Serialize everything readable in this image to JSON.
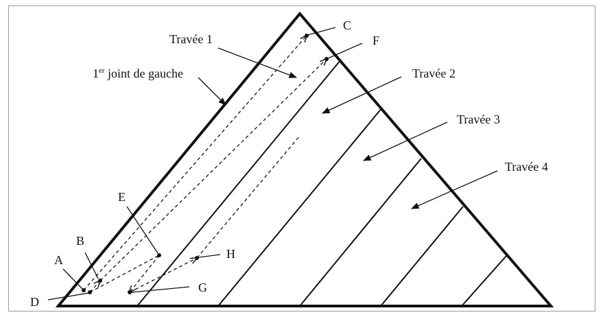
{
  "diagram": {
    "points": {
      "A": "A",
      "B": "B",
      "C": "C",
      "D": "D",
      "E": "E",
      "F": "F",
      "G": "G",
      "H": "H"
    },
    "spans": {
      "span1": "Travée 1",
      "span2": "Travée 2",
      "span3": "Travée 3",
      "span4": "Travée 4"
    },
    "joint": {
      "number": "1",
      "superscript": "er",
      "text": "joint de gauche"
    }
  }
}
